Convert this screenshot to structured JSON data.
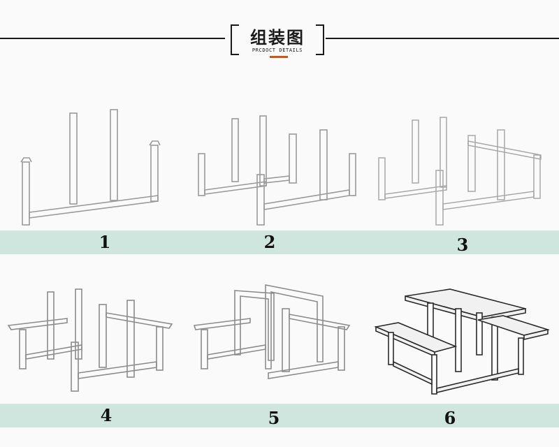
{
  "header": {
    "title": "组装图",
    "subtitle": "PRCDOCT DETAILS"
  },
  "steps": [
    {
      "number": "1",
      "icon": "frame-step-1-icon"
    },
    {
      "number": "2",
      "icon": "frame-step-2-icon"
    },
    {
      "number": "3",
      "icon": "frame-step-3-icon"
    },
    {
      "number": "4",
      "icon": "frame-step-4-icon"
    },
    {
      "number": "5",
      "icon": "frame-step-5-icon"
    },
    {
      "number": "6",
      "icon": "assembled-table-icon"
    }
  ],
  "colors": {
    "band": "#cfe6df",
    "accent": "#c9561a",
    "line": "#1a1a1a"
  }
}
